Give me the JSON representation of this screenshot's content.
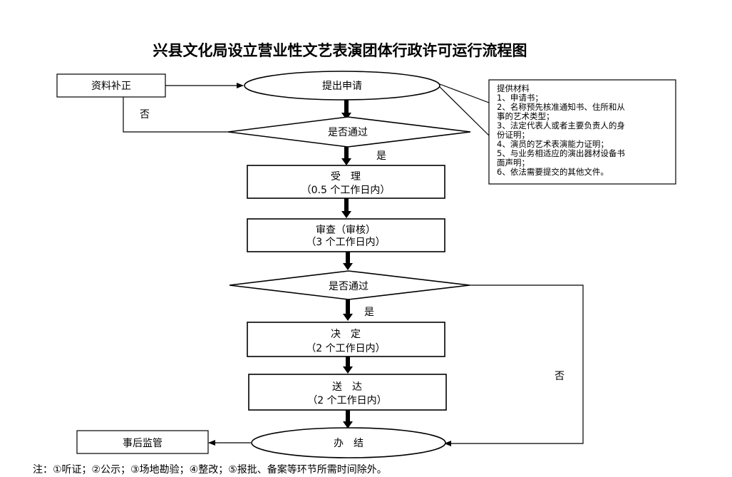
{
  "title": "兴县文化局设立营业性文艺表演团体行政许可运行流程图",
  "nodes": {
    "supplement": "资料补正",
    "apply": "提出申请",
    "check1": "是否通过",
    "accept": {
      "label": "受　理",
      "time": "（0.5 个工作日内）"
    },
    "review": {
      "label": "审查（审核）",
      "time": "（3 个工作日内）"
    },
    "check2": "是否通过",
    "decide": {
      "label": "决　定",
      "time": "（2 个工作日内）"
    },
    "deliver": {
      "label": "送　达",
      "time": "（2 个工作日内）"
    },
    "finish": "办　结",
    "supervise": "事后监管"
  },
  "edges": {
    "no1": "否",
    "yes1": "是",
    "yes2": "是",
    "no2": "否"
  },
  "materials": {
    "heading": "提供材料",
    "lines": [
      "1、申请书；",
      "2、名称预先核准通知书、住所和从",
      "事的艺术类型；",
      "3、法定代表人或者主要负责人的身",
      "份证明；",
      "4、演员的艺术表演能力证明；",
      "5、与业务相适应的演出器材设备书",
      "面声明；",
      "6、依法需要提交的其他文件。"
    ]
  },
  "note": "注：①听证；②公示；③场地勘验；④整改；⑤报批、备案等环节所需时间除外。"
}
